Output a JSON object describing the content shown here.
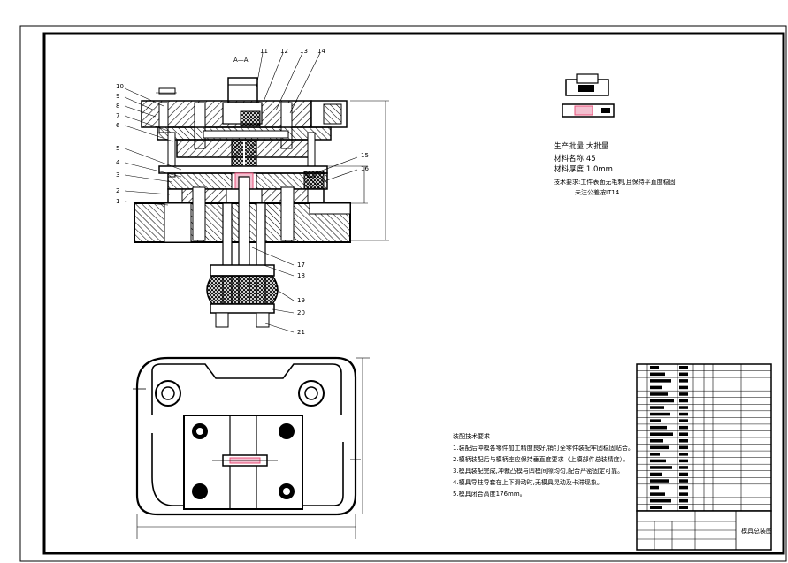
{
  "section_label": "A—A",
  "part_numbers": [
    "1",
    "2",
    "3",
    "4",
    "5",
    "6",
    "7",
    "8",
    "9",
    "10",
    "11",
    "12",
    "13",
    "14",
    "15",
    "16",
    "17",
    "18",
    "19",
    "20",
    "21"
  ],
  "product_notes": {
    "line1": "生产批量:大批量",
    "line2": "材料名称:45",
    "line3": "材料厚度:1.0mm",
    "line4": "技术要求:工件表面无毛刺,且保持平直度稳固",
    "line5": "未注公差按IT14"
  },
  "tech_requirements": {
    "heading": "装配技术要求",
    "items": [
      "1.装配后冲模各零件加工精度良好,销钉全零件装配牢固稳固贴合。",
      "2.模柄装配后与模柄座应保持垂直度要求（上模部件总装精度）。",
      "3.模具装配完成,冲裁凸模与凹模间隙均匀,配合严密固定可靠。",
      "4.模具导柱导套在上下滑动时,无模具晃动及卡滞现象。",
      "5.模具闭合高度176mm。"
    ]
  },
  "title_block": {
    "drawing_name": "模具总装图"
  },
  "colors": {
    "line": "#000000",
    "hatch": "#000000",
    "pink_part": "#e8507a"
  }
}
